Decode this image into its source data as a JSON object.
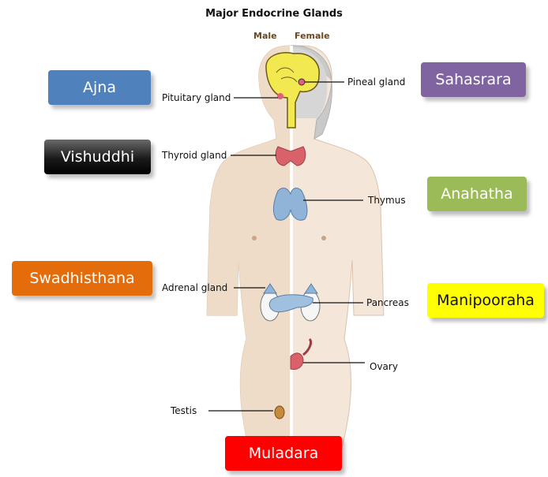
{
  "title": "Major Endocrine Glands",
  "subtitles": {
    "male": "Male",
    "female": "Female"
  },
  "glands": {
    "pituitary": "Pituitary gland",
    "pineal": "Pineal gland",
    "thyroid": "Thyroid gland",
    "thymus": "Thymus",
    "adrenal": "Adrenal gland",
    "pancreas": "Pancreas",
    "ovary": "Ovary",
    "testis": "Testis"
  },
  "chakras": {
    "ajna": {
      "label": "Ajna",
      "color": "#4f81bd"
    },
    "sahasrara": {
      "label": "Sahasrara",
      "color": "#8064a2"
    },
    "vishuddhi": {
      "label": "Vishuddhi",
      "color": "#1a1a1a"
    },
    "anahatha": {
      "label": "Anahatha",
      "color": "#9bbb59"
    },
    "swadhisthana": {
      "label": "Swadhisthana",
      "color": "#e46c0a"
    },
    "manipooraha": {
      "label": "Manipooraha",
      "color": "#ffff00"
    },
    "muladara": {
      "label": "Muladara",
      "color": "#ff0000"
    }
  }
}
